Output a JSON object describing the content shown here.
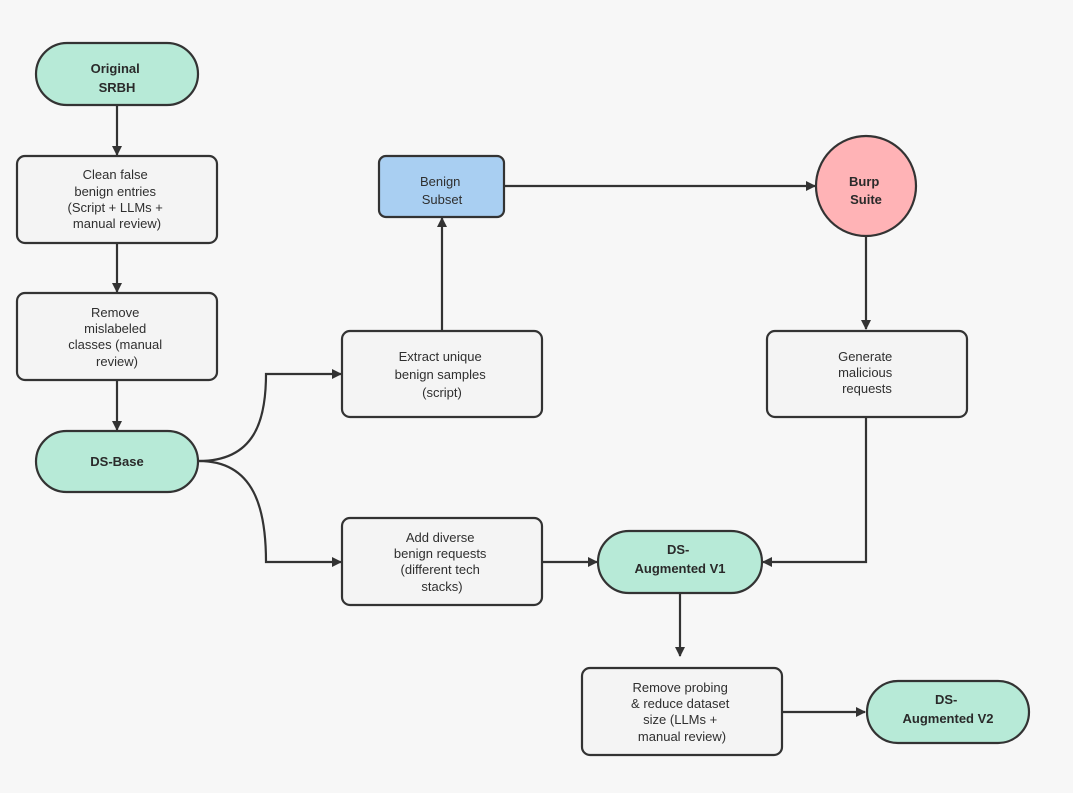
{
  "colors": {
    "background": "#f7f7f7",
    "stroke": "#333333",
    "process_fill": "#f4f4f4",
    "dataset_fill": "#b7ead7",
    "subset_fill": "#a9cff2",
    "tool_fill": "#ffb3b6"
  },
  "nodes": {
    "original_srbh": {
      "lines": [
        "Original",
        "SRBH"
      ]
    },
    "clean_false_benign": {
      "lines": [
        "Clean false",
        "benign entries",
        "(Script + LLMs +",
        "manual review)"
      ]
    },
    "remove_mislabeled": {
      "lines": [
        "Remove",
        "mislabeled",
        "classes (manual",
        "review)"
      ]
    },
    "ds_base": {
      "lines": [
        "DS-Base"
      ]
    },
    "extract_unique": {
      "lines": [
        "Extract unique",
        "benign samples",
        "(script)"
      ]
    },
    "benign_subset": {
      "lines": [
        "Benign",
        "Subset"
      ]
    },
    "burp_suite": {
      "lines": [
        "Burp",
        "Suite"
      ]
    },
    "generate_malicious": {
      "lines": [
        "Generate",
        "malicious",
        "requests"
      ]
    },
    "add_diverse": {
      "lines": [
        "Add diverse",
        "benign requests",
        "(different tech",
        "stacks)"
      ]
    },
    "ds_augmented_v1": {
      "lines": [
        "DS-",
        "Augmented V1"
      ]
    },
    "remove_probing": {
      "lines": [
        "Remove probing",
        "& reduce dataset",
        "size (LLMs +",
        "manual review)"
      ]
    },
    "ds_augmented_v2": {
      "lines": [
        "DS-",
        "Augmented V2"
      ]
    }
  }
}
